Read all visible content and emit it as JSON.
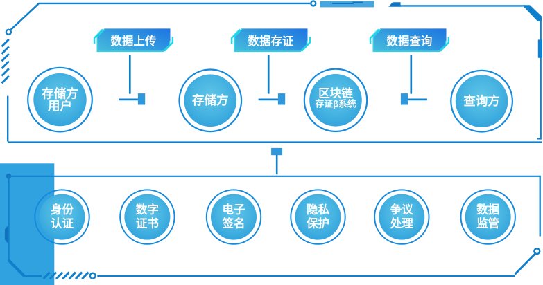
{
  "palette": {
    "line": "#1180CC",
    "node_ring": "#1689DB",
    "node_fill_center": "#60C5E8",
    "node_fill_edge": "#2D9FDB",
    "badge_gradient_start": "#45BBDC",
    "badge_gradient_end": "#1E78E2",
    "badge_accent": "#22D9EA",
    "connector_square": "#2F97DB",
    "panel": "#31A2E0",
    "bar": "#47A6DD",
    "bar_dash": "#1273C2",
    "text": "#FFFFFF"
  },
  "flow": {
    "steps": [
      {
        "label": "数据上传"
      },
      {
        "label": "数据存证"
      },
      {
        "label": "数据查询"
      }
    ],
    "actors": [
      {
        "lines": [
          "存储方",
          "用户"
        ]
      },
      {
        "lines": [
          "存储方"
        ]
      },
      {
        "lines": [
          "区块链",
          "存证β系统"
        ]
      },
      {
        "lines": [
          "查询方"
        ]
      }
    ]
  },
  "capabilities": [
    {
      "lines": [
        "身份",
        "认证"
      ]
    },
    {
      "lines": [
        "数字",
        "证书"
      ]
    },
    {
      "lines": [
        "电子",
        "签名"
      ]
    },
    {
      "lines": [
        "隐私",
        "保护"
      ]
    },
    {
      "lines": [
        "争议",
        "处理"
      ]
    },
    {
      "lines": [
        "数据",
        "监管"
      ]
    }
  ]
}
